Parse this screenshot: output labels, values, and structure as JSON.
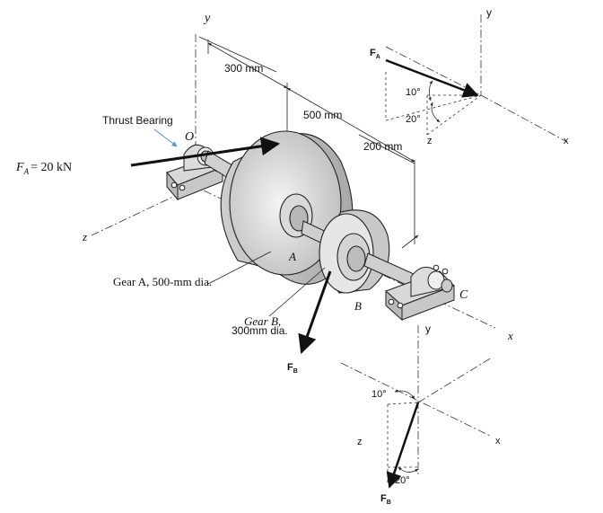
{
  "labels": {
    "thrust_bearing": "Thrust Bearing",
    "force_a": "F",
    "force_a_sub": "A",
    "force_a_eq": "= 20 kN",
    "dim_300": "300 mm",
    "dim_500": "500 mm",
    "dim_200": "200 mm",
    "point_o": "O",
    "point_a": "A",
    "point_b": "B",
    "point_c": "C",
    "gear_a_caption": "Gear A,  500-mm dia.",
    "gear_b_caption_1": "Gear B,",
    "gear_b_caption_2": "300mm dia.",
    "fb_main": "F",
    "fb_main_sub": "B",
    "axis_y_main": "y",
    "axis_z_main": "z",
    "axis_y_right": "y",
    "axis_x_right": "x",
    "ins1_fa": "F",
    "ins1_fa_sub": "A",
    "ins1_angle10": "10°",
    "ins1_angle20": "20°",
    "ins1_z": "z",
    "ins1_y": "y",
    "ins1_x": "x",
    "ins2_angle10": "10°",
    "ins2_angle20": "20°",
    "ins2_z": "z",
    "ins2_x": "x",
    "ins2_fb": "F",
    "ins2_fb_sub": "B"
  },
  "colors": {
    "force_arrow": "#111111",
    "leader": "#5b8fd6",
    "metal_light": "#e4e4e4",
    "metal_mid": "#c9c9c9",
    "metal_dark": "#9a9a9a",
    "line": "#222222"
  }
}
